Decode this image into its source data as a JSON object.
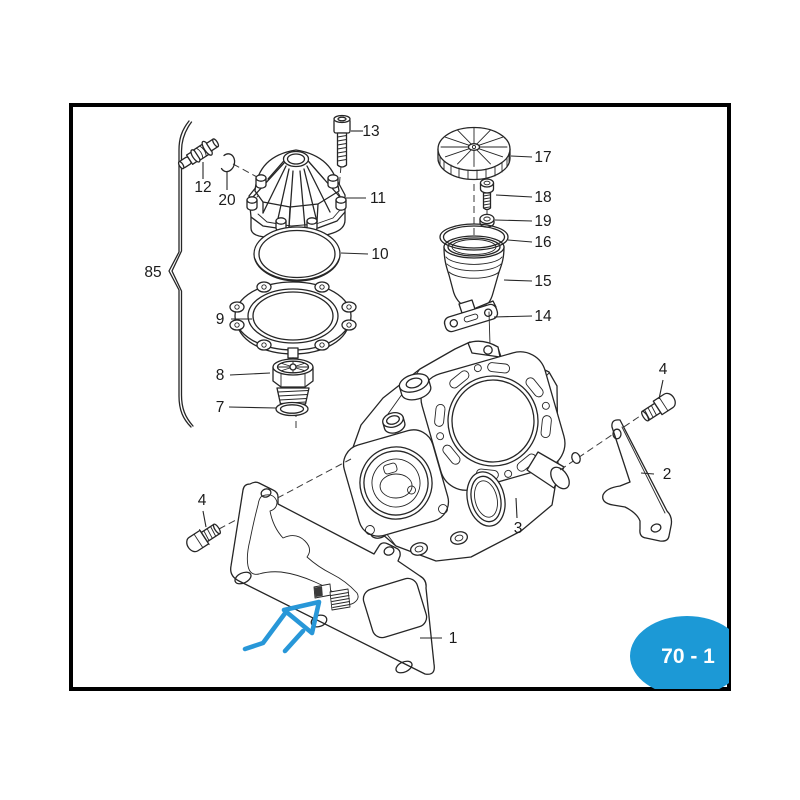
{
  "frame": {
    "color": "#000000"
  },
  "badge": {
    "text": "70 - 1",
    "bg_color": "#1C99D6",
    "text_color": "#FFFFFF"
  },
  "annotation": {
    "arrow_color": "#2897D8"
  },
  "parts": {
    "p1": {
      "label": "1"
    },
    "p2": {
      "label": "2"
    },
    "p3": {
      "label": "3"
    },
    "p4_left": {
      "label": "4"
    },
    "p4_right": {
      "label": "4"
    },
    "p7": {
      "label": "7"
    },
    "p8": {
      "label": "8"
    },
    "p9": {
      "label": "9"
    },
    "p10": {
      "label": "10"
    },
    "p11": {
      "label": "11"
    },
    "p12": {
      "label": "12"
    },
    "p13": {
      "label": "13"
    },
    "p14": {
      "label": "14"
    },
    "p15": {
      "label": "15"
    },
    "p16": {
      "label": "16"
    },
    "p17": {
      "label": "17"
    },
    "p18": {
      "label": "18"
    },
    "p19": {
      "label": "19"
    },
    "p20": {
      "label": "20"
    },
    "p85": {
      "label": "85"
    }
  }
}
